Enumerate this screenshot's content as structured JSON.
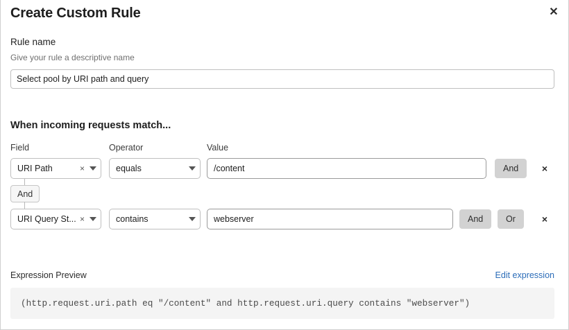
{
  "modal": {
    "title": "Create Custom Rule",
    "close_icon": "close-icon"
  },
  "rule_name": {
    "label": "Rule name",
    "description": "Give your rule a descriptive name",
    "value": "Select pool by URI path and query",
    "placeholder": "Rule name"
  },
  "match": {
    "heading": "When incoming requests match...",
    "columns": {
      "field": "Field",
      "operator": "Operator",
      "value": "Value"
    },
    "connector": {
      "label": "And"
    },
    "rows": [
      {
        "field": "URI Path",
        "operator": "equals",
        "value": "/content",
        "clear_icon": "×",
        "chevron_icon": "chevron-down-icon",
        "buttons": [
          "And"
        ],
        "delete_icon": "×"
      },
      {
        "field": "URI Query St...",
        "operator": "contains",
        "value": "webserver",
        "clear_icon": "×",
        "chevron_icon": "chevron-down-icon",
        "buttons": [
          "And",
          "Or"
        ],
        "delete_icon": "×"
      }
    ]
  },
  "expression": {
    "label": "Expression Preview",
    "edit_link": "Edit expression",
    "preview": "(http.request.uri.path eq \"/content\" and http.request.uri.query contains \"webserver\")"
  },
  "colors": {
    "link": "#2b6cb8",
    "button_bg": "#d2d2d2",
    "preview_bg": "#f4f4f4"
  }
}
